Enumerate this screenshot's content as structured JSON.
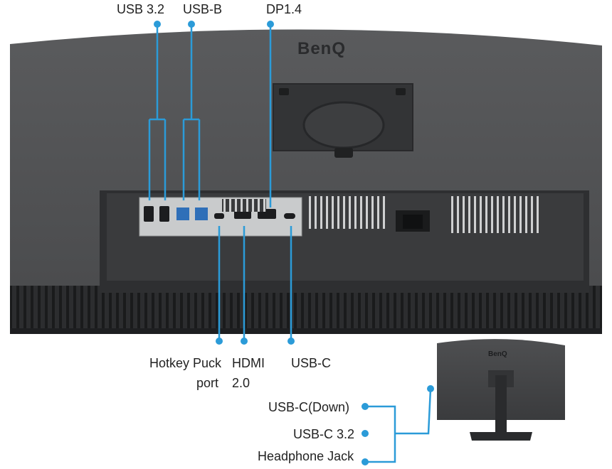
{
  "brand": {
    "logo_text": "BenQ"
  },
  "callouts": {
    "usb32": "USB 3.2",
    "usbb": "USB-B",
    "dp": "DP1.4",
    "hotkey_line1": "Hotkey Puck",
    "hotkey_line2": "port",
    "hdmi_line1": "HDMI",
    "hdmi_line2": "2.0",
    "usbc": "USB-C",
    "usbc_down": "USB-C(Down)",
    "usbc32": "USB-C 3.2",
    "headphone": "Headphone Jack"
  },
  "colors": {
    "callout_blue": "#2b9bd8",
    "monitor_body": "#4a4b4d",
    "bezel_dark": "#2a2b2d",
    "io_plate": "#c9cbcc",
    "background": "#ffffff"
  }
}
